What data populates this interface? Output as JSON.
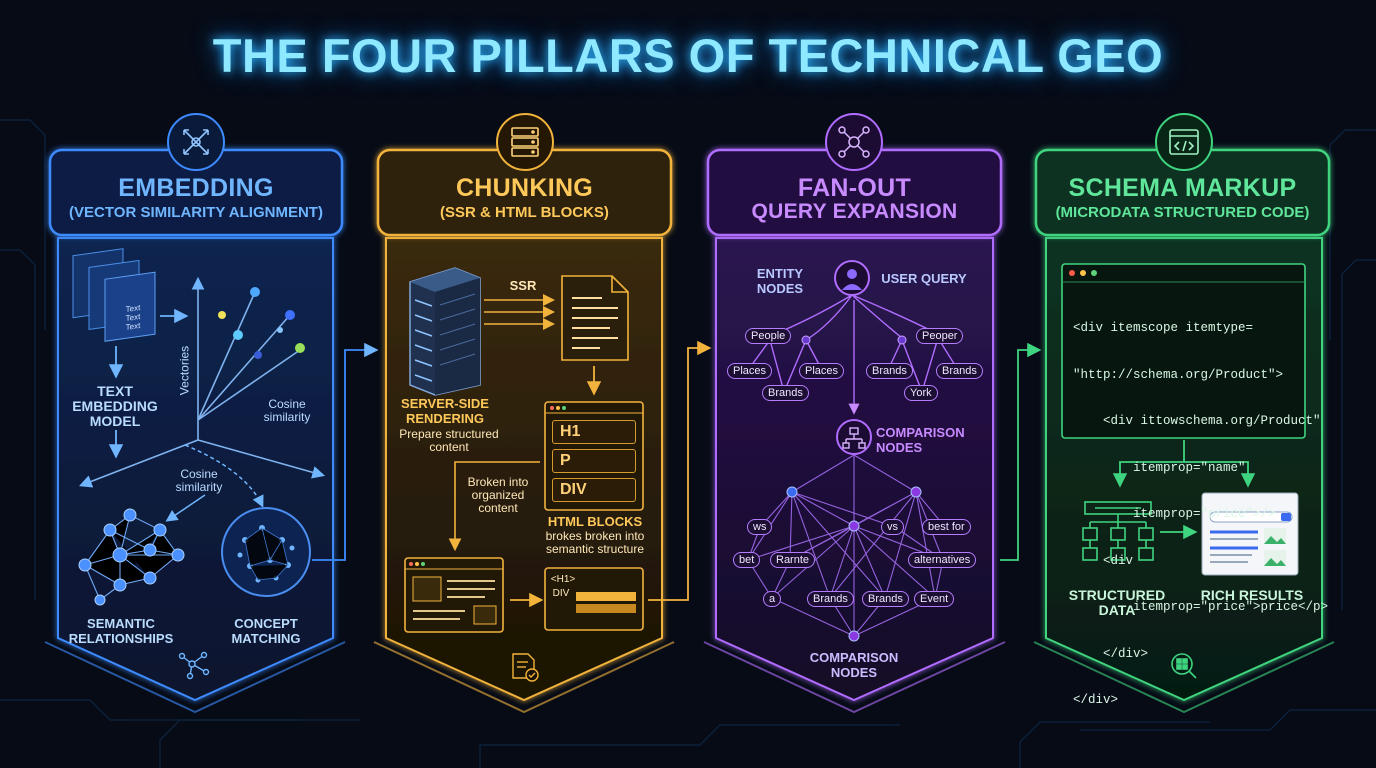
{
  "title": "THE FOUR PILLARS OF TECHNICAL GEO",
  "colors": {
    "embedding": "#3d8bff",
    "chunking": "#f2b33d",
    "fanout": "#b06cff",
    "schema": "#3fd47f",
    "background": "#060b16"
  },
  "pillars": {
    "embedding": {
      "icon": "vector-arrows-icon",
      "title": "EMBEDDING",
      "subtitle": "(VECTOR SIMILARITY ALIGNMENT)",
      "doc_lines": [
        "Text",
        "Text",
        "Text"
      ],
      "text_embedding_model": [
        "TEXT",
        "EMBEDDING",
        "MODEL"
      ],
      "axis_label": "Vectories",
      "cosine_1": [
        "Cosine",
        "similarity"
      ],
      "cosine_2": [
        "Cosine",
        "similarity"
      ],
      "semantic": [
        "SEMANTIC",
        "RELATIONSHIPS"
      ],
      "concept": [
        "CONCEPT",
        "MATCHING"
      ],
      "footer_icon": "network-icon"
    },
    "chunking": {
      "icon": "server-stack-icon",
      "title": "CHUNKING",
      "subtitle": "(SSR & HTML BLOCKS)",
      "ssr_label": "SSR",
      "server_side": [
        "SERVER-SIDE",
        "RENDERING"
      ],
      "prepare": [
        "Prepare structured",
        "content"
      ],
      "broken": [
        "Broken into",
        "organized",
        "content"
      ],
      "tags": [
        "H1",
        "P",
        "DIV"
      ],
      "html_blocks": "HTML BLOCKS",
      "html_blocks_desc": [
        "brokes broken into",
        "semantic structure"
      ],
      "mini_h1": "<H1>",
      "mini_div": "DIV",
      "footer_icon": "document-check-icon"
    },
    "fanout": {
      "icon": "hub-nodes-icon",
      "title": "FAN-OUT",
      "subtitle": "QUERY EXPANSION",
      "entity_nodes": [
        "ENTITY",
        "NODES"
      ],
      "user_query": "USER QUERY",
      "pills_top": [
        "People",
        "Peoper",
        "Places",
        "Places",
        "Brands",
        "Brands",
        "Brands",
        "York"
      ],
      "comparison_nodes": [
        "COMPARISON",
        "NODES"
      ],
      "pills_bottom": [
        "ws",
        "vs",
        "best for",
        "bet",
        "Rarnte",
        "alternatives",
        "a",
        "Brands",
        "Brands",
        "Event"
      ],
      "bottom_label": [
        "COMPARISON",
        "NODES"
      ]
    },
    "schema": {
      "icon": "code-window-icon",
      "title": "SCHEMA MARKUP",
      "subtitle": "(MICRODATA STRUCTURED CODE)",
      "code_lines": [
        "<div itemscope itemtype=",
        "\"http://schema.org/Product\">",
        "    <div ittowschema.org/Product\"",
        "        itemprop=\"name\"",
        "        itemprop=\"price\">/>",
        "    <div",
        "        itemprop=\"price\">price</p>",
        "    </div>",
        "</div>"
      ],
      "structured": [
        "STRUCTURED",
        "DATA"
      ],
      "rich_results": "RICH RESULTS",
      "footer_icon": "search-results-icon"
    }
  }
}
